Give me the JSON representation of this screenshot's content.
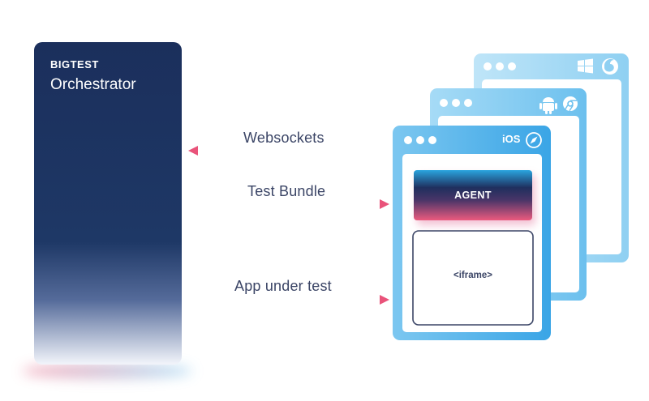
{
  "orchestrator": {
    "brand": "BIGTEST",
    "title": "Orchestrator"
  },
  "connections": {
    "websockets": "Websockets",
    "test_bundle": "Test Bundle",
    "app_under_test": "App under test"
  },
  "browser_window": {
    "platform_label": "iOS",
    "agent_label": "AGENT",
    "iframe_label": "<iframe>"
  },
  "colors": {
    "panel_dark": "#1b2f5c",
    "accent_pink": "#e9537a",
    "accent_blue": "#55b7e8",
    "window_blue_light": "#8fd0f2",
    "window_blue": "#6cc0ee",
    "text_dark": "#3b4566"
  },
  "icons": [
    "windows-icon",
    "firefox-icon",
    "android-icon",
    "chrome-icon",
    "safari-icon"
  ]
}
